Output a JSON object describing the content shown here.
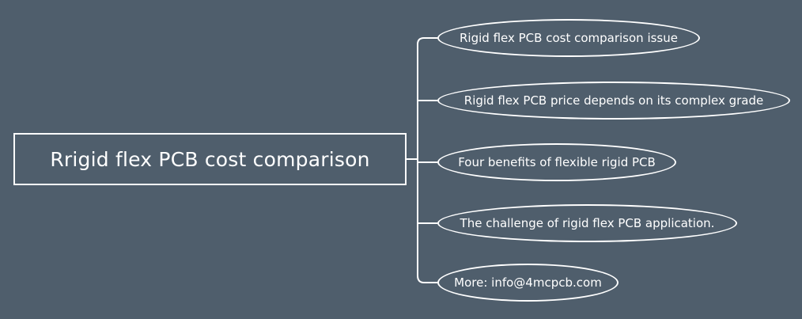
{
  "diagram": {
    "root": {
      "label": "Rrigid flex PCB cost comparison"
    },
    "branches": [
      {
        "label": "Rigid flex PCB cost comparison issue"
      },
      {
        "label": "Rigid flex PCB price depends on its complex grade"
      },
      {
        "label": "Four benefits of flexible rigid PCB"
      },
      {
        "label": "The challenge of rigid flex PCB application."
      },
      {
        "label": "More: info@4mcpcb.com"
      }
    ]
  },
  "colors": {
    "background": "#4f5e6c",
    "stroke": "#ffffff",
    "text": "#ffffff"
  }
}
